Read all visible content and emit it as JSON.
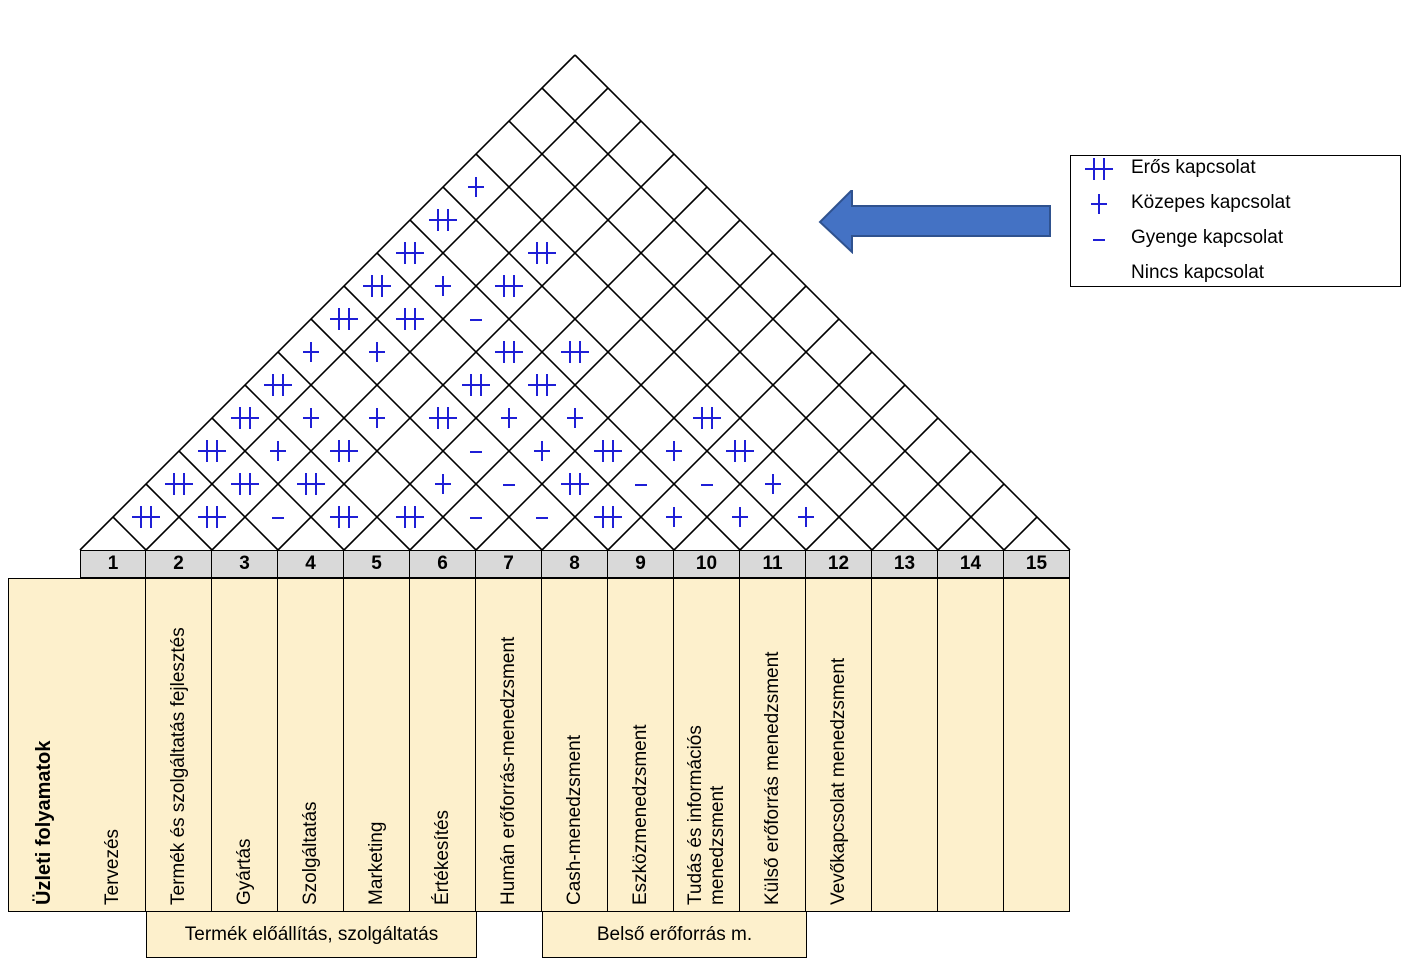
{
  "legend": {
    "items": [
      {
        "symbol": "strong",
        "label": "Erős kapcsolat"
      },
      {
        "symbol": "medium",
        "label": "Közepes kapcsolat"
      },
      {
        "symbol": "weak",
        "label": "Gyenge kapcsolat"
      },
      {
        "symbol": "none",
        "label": "Nincs kapcsolat"
      }
    ]
  },
  "columns": {
    "numbers": [
      "1",
      "2",
      "3",
      "4",
      "5",
      "6",
      "7",
      "8",
      "9",
      "10",
      "11",
      "12",
      "13",
      "14",
      "15"
    ],
    "row_header": "Üzleti folyamatok",
    "labels": [
      "Tervezés",
      "Termék és szolgáltatás fejlesztés",
      "Gyártás",
      "Szolgáltatás",
      "Marketing",
      "Értékesítés",
      "Humán erőforrás-menedzsment",
      "Cash-menedzsment",
      "Eszközmenedzsment",
      "Tudás és információs menedzsment",
      "Külső erőforrás menedzsment",
      "Vevőkapcsolat menedzsment",
      "",
      "",
      ""
    ]
  },
  "groups": [
    {
      "label": "Termék előállítás, szolgáltatás",
      "from": 2,
      "to": 6
    },
    {
      "label": "Belső erőforrás m.",
      "from": 8,
      "to": 11
    }
  ],
  "matrix": {
    "symbol_color": "#1f1fd6",
    "legend_color": "#1f1fd6",
    "arrow_color": "#4472c4",
    "relations": [
      [
        1,
        2,
        "strong"
      ],
      [
        1,
        3,
        "strong"
      ],
      [
        1,
        4,
        "strong"
      ],
      [
        1,
        5,
        "strong"
      ],
      [
        1,
        6,
        "strong"
      ],
      [
        1,
        7,
        "medium"
      ],
      [
        1,
        8,
        "strong"
      ],
      [
        1,
        9,
        "strong"
      ],
      [
        1,
        10,
        "strong"
      ],
      [
        1,
        11,
        "strong"
      ],
      [
        1,
        12,
        "medium"
      ],
      [
        2,
        3,
        "strong"
      ],
      [
        2,
        4,
        "strong"
      ],
      [
        2,
        5,
        "medium"
      ],
      [
        2,
        6,
        "medium"
      ],
      [
        2,
        8,
        "medium"
      ],
      [
        2,
        9,
        "strong"
      ],
      [
        2,
        10,
        "medium"
      ],
      [
        3,
        4,
        "weak"
      ],
      [
        3,
        5,
        "strong"
      ],
      [
        3,
        6,
        "strong"
      ],
      [
        3,
        7,
        "medium"
      ],
      [
        3,
        10,
        "weak"
      ],
      [
        3,
        11,
        "strong"
      ],
      [
        3,
        12,
        "strong"
      ],
      [
        4,
        5,
        "strong"
      ],
      [
        4,
        8,
        "strong"
      ],
      [
        4,
        9,
        "strong"
      ],
      [
        4,
        10,
        "strong"
      ],
      [
        5,
        6,
        "strong"
      ],
      [
        5,
        7,
        "medium"
      ],
      [
        5,
        8,
        "weak"
      ],
      [
        5,
        9,
        "medium"
      ],
      [
        5,
        10,
        "strong"
      ],
      [
        5,
        11,
        "strong"
      ],
      [
        6,
        7,
        "weak"
      ],
      [
        6,
        8,
        "weak"
      ],
      [
        6,
        9,
        "medium"
      ],
      [
        6,
        10,
        "medium"
      ],
      [
        7,
        8,
        "weak"
      ],
      [
        7,
        9,
        "strong"
      ],
      [
        7,
        10,
        "strong"
      ],
      [
        8,
        9,
        "strong"
      ],
      [
        8,
        10,
        "weak"
      ],
      [
        8,
        11,
        "medium"
      ],
      [
        8,
        12,
        "strong"
      ],
      [
        9,
        10,
        "medium"
      ],
      [
        9,
        11,
        "weak"
      ],
      [
        9,
        12,
        "strong"
      ],
      [
        10,
        11,
        "medium"
      ],
      [
        10,
        12,
        "medium"
      ],
      [
        11,
        12,
        "medium"
      ]
    ]
  }
}
